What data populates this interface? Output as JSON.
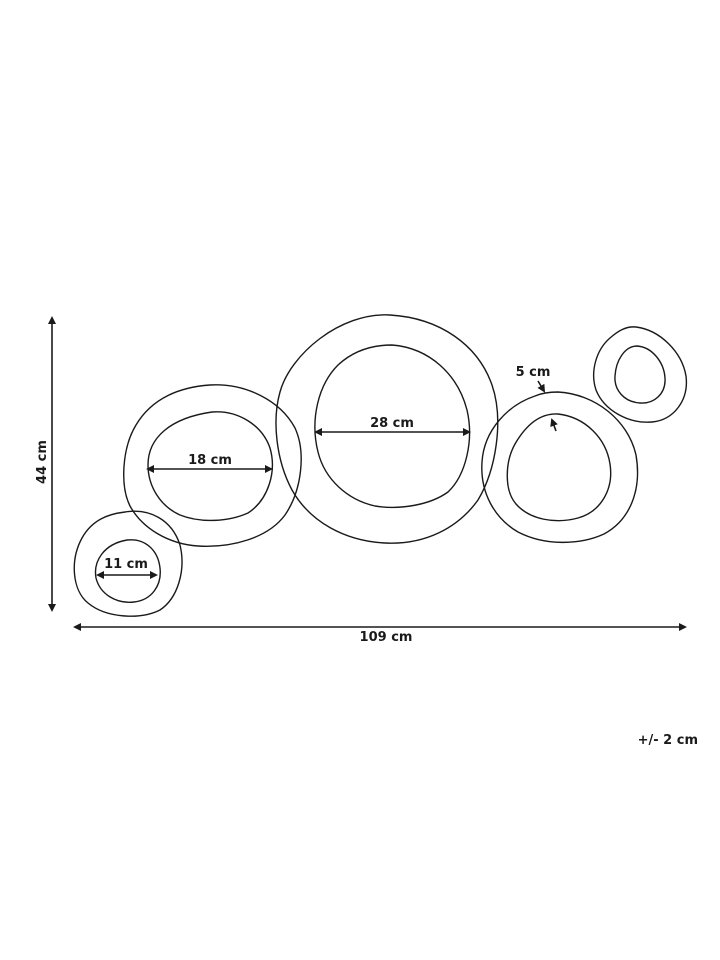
{
  "labels": {
    "height": "44 cm",
    "width": "109 cm",
    "small_mirror": "11 cm",
    "left_mirror": "18 cm",
    "center_mirror": "28 cm",
    "frame_width": "5 cm",
    "tolerance": "+/- 2 cm"
  },
  "colors": {
    "line": "#1a1a1a",
    "background": "#ffffff"
  }
}
